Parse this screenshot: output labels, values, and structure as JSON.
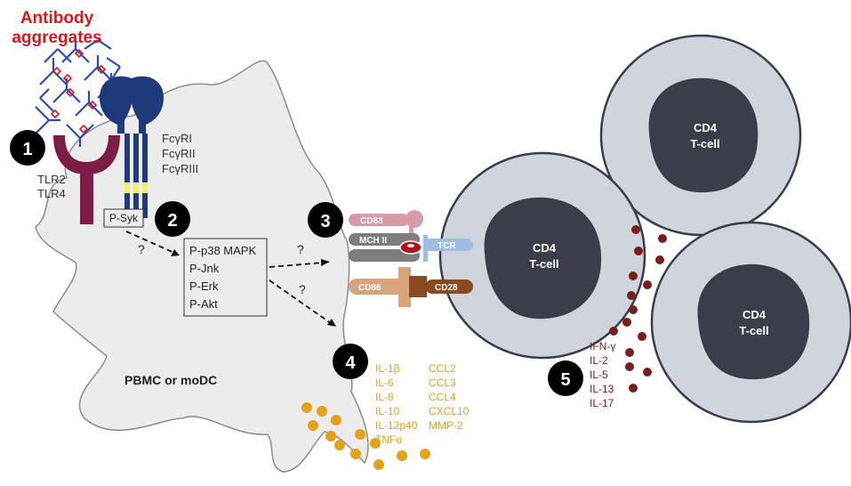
{
  "title": {
    "line1": "Antibody",
    "line2": "aggregates"
  },
  "steps": [
    "1",
    "2",
    "3",
    "4",
    "5"
  ],
  "receptors": {
    "tlr": [
      "TLR2",
      "TLR4"
    ],
    "fc": [
      "FcγRI",
      "FcγRII",
      "FcγRIII"
    ]
  },
  "signaling": {
    "syk": "P-Syk",
    "kinases": [
      "P-p38 MAPK",
      "P-Jnk",
      "P-Erk",
      "P-Akt"
    ],
    "unknown": "?"
  },
  "cell_label": "PBMC or moDC",
  "synapse": {
    "cd83": "CD83",
    "mhc": "MCH II",
    "tcr": "TCR",
    "cd86": "CD86",
    "cd28": "CD28"
  },
  "tcell_label": {
    "line1": "CD4",
    "line2": "T-cell"
  },
  "cytokines_dc": {
    "col1": [
      "IL-1β",
      "IL-6",
      "IL-8",
      "IL-10",
      "IL-12p40",
      "TNFα"
    ],
    "col2": [
      "CCL2",
      "CCL3",
      "CCL4",
      "CXCL10",
      "MMP-2"
    ]
  },
  "cytokines_t": [
    "IFN-γ",
    "IL-2",
    "IL-5",
    "IL-13",
    "IL-17"
  ],
  "colors": {
    "red": "#d7191c",
    "cytokine_orange": "#e3a21a",
    "tcell_dot": "#7a1d1d",
    "tlr": "#7c1d45",
    "fc": "#1f3a7a",
    "cell_fill": "#ececec",
    "tcell_outer": "#cfd4dd",
    "tcell_nucleus": "#3a3d4a"
  }
}
